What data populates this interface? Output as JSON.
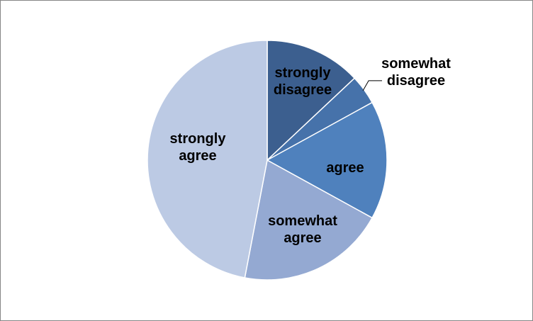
{
  "chart_data": {
    "type": "pie",
    "title": "",
    "categories": [
      "strongly disagree",
      "somewhat disagree",
      "agree",
      "somewhat agree",
      "strongly agree"
    ],
    "values": [
      13,
      4,
      16,
      20,
      47
    ],
    "unit": "percent (estimated)",
    "start_angle_deg": 0,
    "direction": "clockwise",
    "legend": "none",
    "data_labels": "category names on slices",
    "label_lines": [
      [
        "strongly",
        "disagree"
      ],
      [
        "somewhat",
        "disagree"
      ],
      [
        "agree"
      ],
      [
        "somewhat",
        "agree"
      ],
      [
        "strongly",
        "agree"
      ]
    ],
    "colors": [
      "#3c5f8f",
      "#4672aa",
      "#4f81bd",
      "#94a9d2",
      "#bccae4"
    ]
  }
}
